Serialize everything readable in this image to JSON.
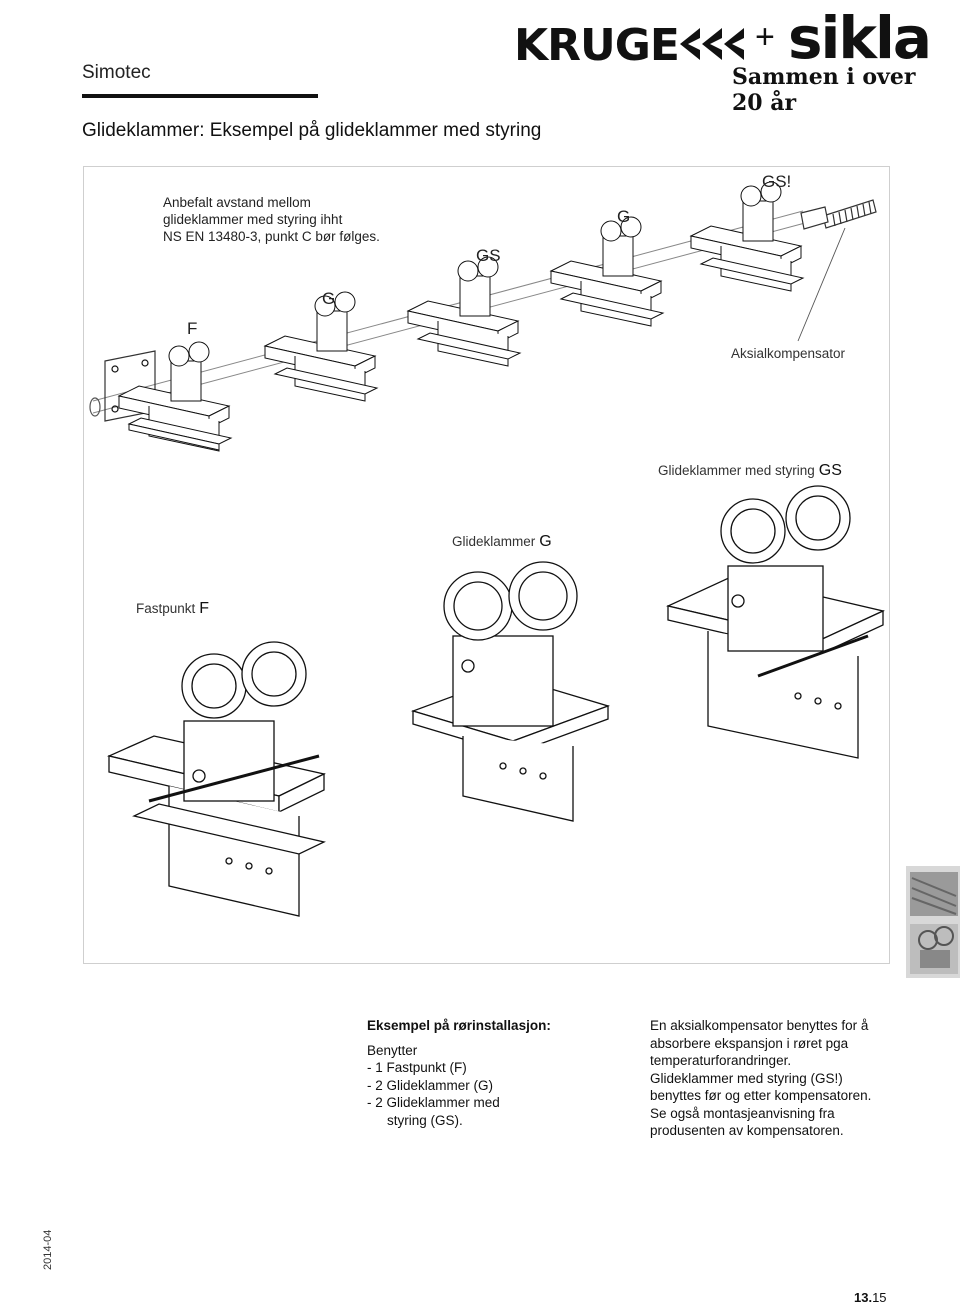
{
  "header": {
    "company": "Simotec",
    "logo_left": "KRUGE",
    "logo_plus": "+",
    "logo_right": "sikla",
    "tagline": "Sammen i over 20 år"
  },
  "title": "Glideklammer: Eksempel på glideklammer med styring",
  "figure": {
    "note_lines": [
      "Anbefalt avstand mellom",
      "glideklammer med styring ihht",
      "NS EN 13480-3, punkt C bør følges."
    ],
    "top_labels": {
      "f": "F",
      "g1": "G",
      "gs1": "GS",
      "g2": "G",
      "gs2": "GS!"
    },
    "compensator_label": "Aksialkompensator",
    "captions": {
      "gs_text": "Glideklammer med styring",
      "gs_code": "GS",
      "g_text": "Glideklammer",
      "g_code": "G",
      "f_text": "Fastpunkt",
      "f_code": "F"
    }
  },
  "body": {
    "left": {
      "heading": "Eksempel på rørinstallasjon:",
      "lines": [
        "Benytter",
        "- 1 Fastpunkt (F)",
        "- 2 Glideklammer (G)",
        "- 2 Glideklammer med",
        "styring (GS)."
      ]
    },
    "right": {
      "lines": [
        "En aksialkompensator benyttes for å",
        "absorbere ekspansjon i røret pga",
        "temperaturforandringer.",
        "Glideklammer med styring (GS!)",
        "benyttes før og etter kompensatoren.",
        "Se også montasjeanvisning fra",
        "produsenten av kompensatoren."
      ]
    }
  },
  "footer": {
    "date": "2014-04",
    "page_major": "13.",
    "page_minor": "15"
  }
}
